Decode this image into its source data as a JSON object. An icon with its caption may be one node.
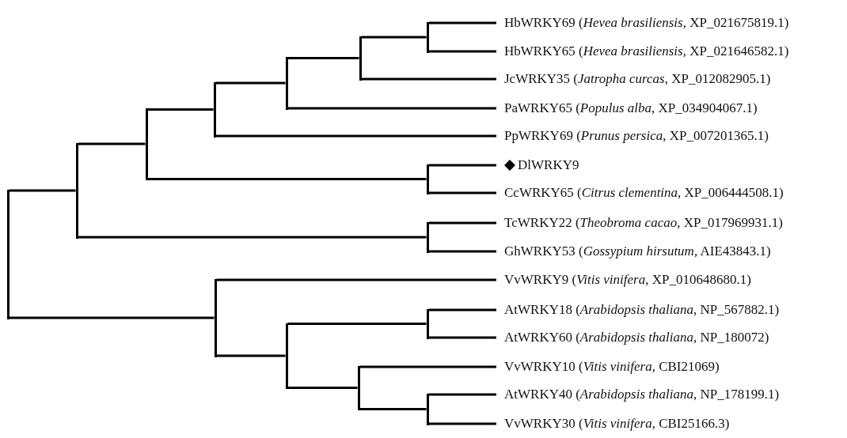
{
  "diagram": {
    "nodes": [
      {
        "text": [
          "HbWRKY69 (*Hevea brasiliensis*, XP_021675819.1)"
        ]
      },
      {
        "text": [
          "HbWRKY65 (*Hevea brasiliensis*, XP_021646582.1)"
        ]
      },
      {
        "text": [
          "JcWRKY35 (*Jatropha curcas*, XP_012082905.1)"
        ]
      },
      {
        "text": [
          "PaWRKY65 (*Populus alba*, XP_034904067.1)"
        ]
      },
      {
        "text": [
          "PpWRKY69 (*Prunus persica*, XP_007201365.1)"
        ]
      },
      {
        "text": [
          "DlWRKY9"
        ]
      },
      {
        "text": [
          "CcWRKY65 (*Citrus clementina*, XP_006444508.1)"
        ]
      },
      {
        "text": [
          "TcWRKY22 (*Theobroma cacao*, XP_017969931.1)"
        ]
      },
      {
        "text": [
          "GhWRKY53 (*Gossypium hirsutum*, AIE43843.1)"
        ]
      },
      {
        "text": [
          "VvWRKY9 (*Vitis vinifera*, XP_010648680.1)"
        ]
      },
      {
        "text": [
          "AtWRKY18 (*Arabidopsis thaliana*, NP_567882.1)"
        ]
      },
      {
        "text": [
          "AtWRKY60 (*Arabidopsis thaliana*, NP_180072)"
        ]
      },
      {
        "text": [
          "VvWRKY10 (*Vitis vinifera*, CBI21069)"
        ]
      },
      {
        "text": [
          "AtWRKY40 (*Arabidopsis thaliana*, NP_178199.1)"
        ]
      },
      {
        "text": [
          "VvWRKY30 (*Vitis vinifera*, CBI25166.3)"
        ]
      },
      {
        "text": [],
        "shape": "bar"
      },
      {
        "text": [],
        "shape": "bar"
      },
      {
        "text": [],
        "shape": "bar"
      },
      {
        "text": [],
        "shape": "bar"
      },
      {
        "text": [],
        "shape": "bar"
      },
      {
        "text": [],
        "shape": "bar"
      },
      {
        "text": [],
        "shape": "bar"
      },
      {
        "text": [],
        "shape": "bar"
      },
      {
        "text": [],
        "shape": "bar"
      },
      {
        "text": [],
        "shape": "bar"
      },
      {
        "text": [],
        "shape": "bar"
      },
      {
        "text": [],
        "shape": "bar"
      },
      {
        "text": [],
        "shape": "bar"
      },
      {
        "text": [],
        "shape": "bar"
      }
    ],
    "edges": [
      {
        "from": 15,
        "to": 16,
        "arrow": "none"
      },
      {
        "from": 15,
        "to": 19,
        "arrow": "none"
      },
      {
        "from": 16,
        "to": 17,
        "arrow": "none"
      },
      {
        "from": 16,
        "to": 26,
        "arrow": "none"
      },
      {
        "from": 17,
        "to": 18,
        "arrow": "none"
      },
      {
        "from": 17,
        "to": 25,
        "arrow": "none"
      },
      {
        "from": 18,
        "to": 20,
        "arrow": "none"
      },
      {
        "from": 18,
        "to": 4,
        "arrow": "none"
      },
      {
        "from": 20,
        "to": 23,
        "arrow": "none"
      },
      {
        "from": 20,
        "to": 3,
        "arrow": "none"
      },
      {
        "from": 23,
        "to": 24,
        "arrow": "none"
      },
      {
        "from": 23,
        "to": 2,
        "arrow": "none"
      },
      {
        "from": 24,
        "to": 0,
        "arrow": "none"
      },
      {
        "from": 24,
        "to": 1,
        "arrow": "none"
      },
      {
        "from": 25,
        "to": 5,
        "arrow": "none"
      },
      {
        "from": 25,
        "to": 6,
        "arrow": "none"
      },
      {
        "from": 26,
        "to": 7,
        "arrow": "none"
      },
      {
        "from": 26,
        "to": 8,
        "arrow": "none"
      },
      {
        "from": 19,
        "to": 9,
        "arrow": "none"
      },
      {
        "from": 19,
        "to": 21,
        "arrow": "none"
      },
      {
        "from": 21,
        "to": 27,
        "arrow": "none"
      },
      {
        "from": 21,
        "to": 22,
        "arrow": "none"
      },
      {
        "from": 22,
        "to": 12,
        "arrow": "none"
      },
      {
        "from": 22,
        "to": 28,
        "arrow": "none"
      },
      {
        "from": 27,
        "to": 10,
        "arrow": "none"
      },
      {
        "from": 27,
        "to": 11,
        "arrow": "none"
      },
      {
        "from": 28,
        "to": 13,
        "arrow": "none"
      },
      {
        "from": 28,
        "to": 14,
        "arrow": "none"
      }
    ]
  }
}
